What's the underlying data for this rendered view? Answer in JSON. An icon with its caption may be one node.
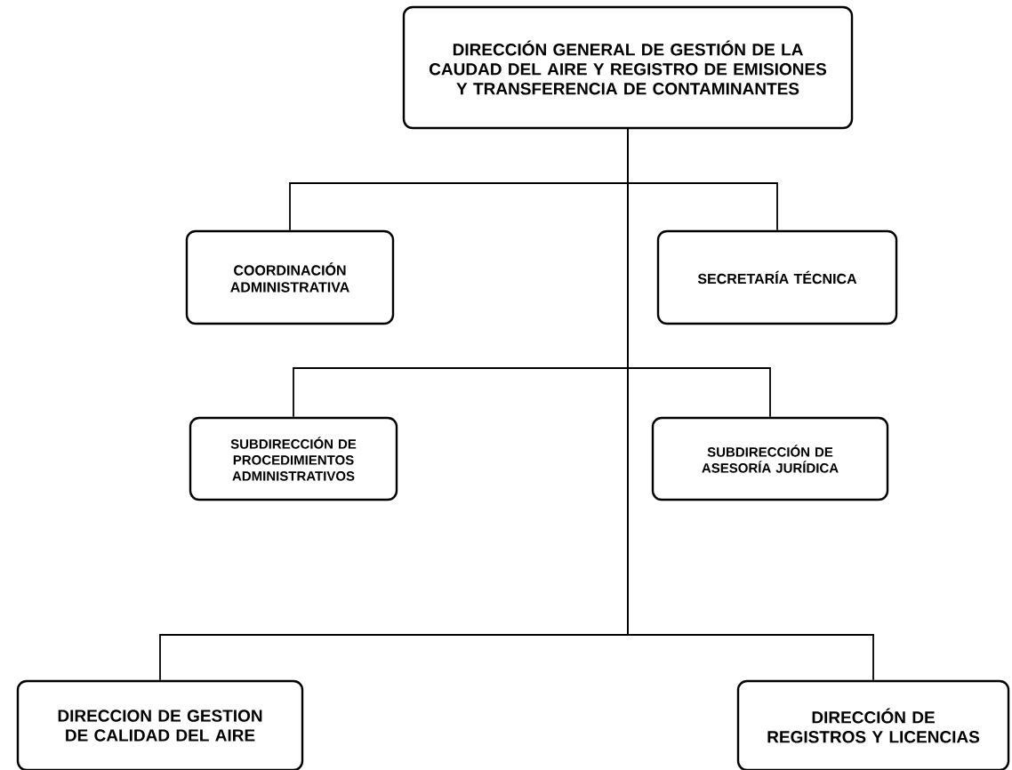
{
  "diagram": {
    "nodes": [
      {
        "text": [
          "DIRECCIÓN GENERAL DE GESTIÓN DE LA CAUDAD DEL AIRE Y REGISTRO DE EMISIONES Y TRANSFERENCIA DE CONTAMINANTES"
        ]
      },
      {
        "text": [
          "COORDINACIÓN ADMINISTRATIVA"
        ]
      },
      {
        "text": [
          "SECRETARÍA TÉCNICA"
        ]
      },
      {
        "text": [
          "SUBDIRECCIÓN DE PROCEDIMIENTOS ADMINISTRATIVOS"
        ]
      },
      {
        "text": [
          "SUBDIRECCIÓN DE ASESORÍA JURÍDICA"
        ]
      },
      {
        "text": [
          "DIRECCION DE GESTION DE CALIDAD DEL AIRE"
        ]
      },
      {
        "text": [
          "DIRECCIÓN DE REGISTROS Y LICENCIAS"
        ]
      }
    ],
    "edges": [
      {
        "from": 0,
        "to": 1,
        "arrow": "none"
      },
      {
        "from": 0,
        "to": 2,
        "arrow": "none"
      },
      {
        "from": 0,
        "to": 3,
        "arrow": "none"
      },
      {
        "from": 0,
        "to": 4,
        "arrow": "none"
      },
      {
        "from": 0,
        "to": 5,
        "arrow": "none"
      },
      {
        "from": 0,
        "to": 6,
        "arrow": "none"
      }
    ]
  }
}
